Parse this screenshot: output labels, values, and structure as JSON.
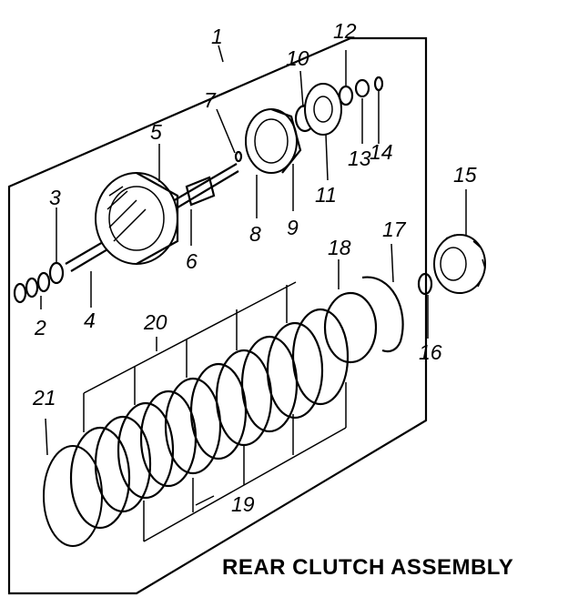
{
  "caption": "REAR CLUTCH ASSEMBLY",
  "callouts": {
    "c1": "1",
    "c2": "2",
    "c3": "3",
    "c4": "4",
    "c5": "5",
    "c6": "6",
    "c7": "7",
    "c8": "8",
    "c9": "9",
    "c10": "10",
    "c11": "11",
    "c12": "12",
    "c13": "13",
    "c14": "14",
    "c15": "15",
    "c16": "16",
    "c17": "17",
    "c18": "18",
    "c19": "19",
    "c20": "20",
    "c21": "21"
  }
}
